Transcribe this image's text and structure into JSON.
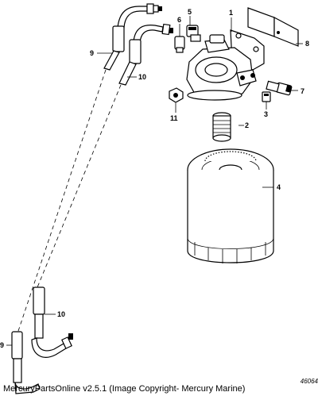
{
  "callouts": {
    "c1": "1",
    "c2": "2",
    "c3": "3",
    "c4": "4",
    "c5": "5",
    "c6": "6",
    "c7": "7",
    "c8": "8",
    "c9_top": "9",
    "c9_bottom": "9",
    "c10_top": "10",
    "c10_bottom": "10",
    "c11": "11"
  },
  "footer": {
    "text": "MercuryPartsOnline v2.5.1 (Image Copyright- Mercury Marine)"
  },
  "drawing_number": "46064"
}
